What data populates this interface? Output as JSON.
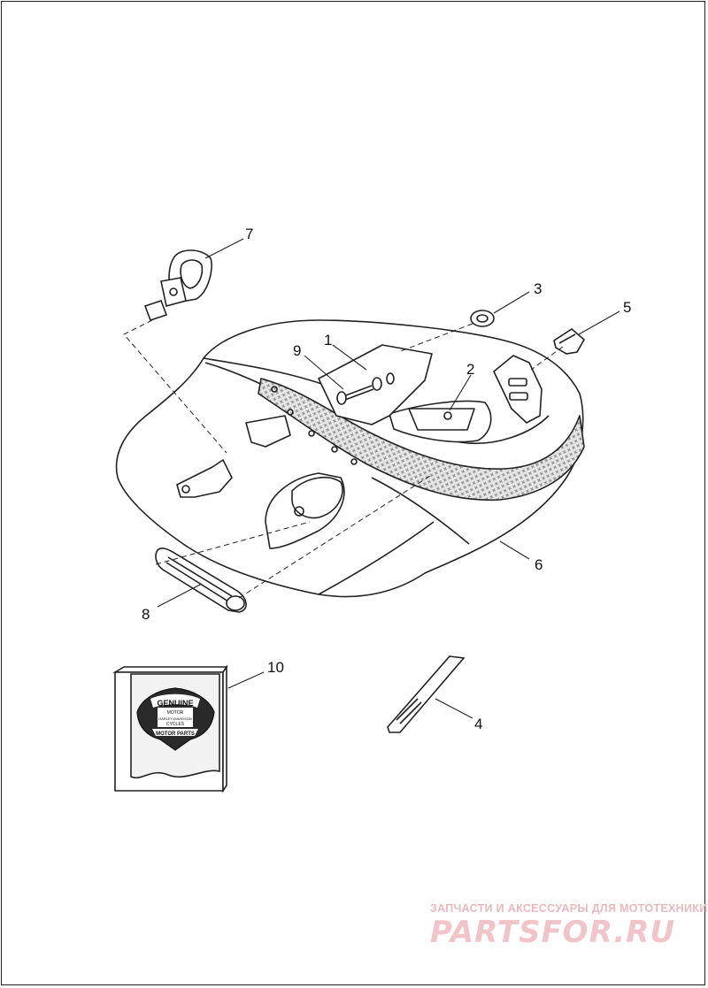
{
  "callouts": [
    {
      "id": "callout-1",
      "label": "1"
    },
    {
      "id": "callout-2",
      "label": "2"
    },
    {
      "id": "callout-3",
      "label": "3"
    },
    {
      "id": "callout-4",
      "label": "4"
    },
    {
      "id": "callout-5",
      "label": "5"
    },
    {
      "id": "callout-6",
      "label": "6"
    },
    {
      "id": "callout-7",
      "label": "7"
    },
    {
      "id": "callout-8",
      "label": "8"
    },
    {
      "id": "callout-9",
      "label": "9"
    },
    {
      "id": "callout-10",
      "label": "10"
    }
  ],
  "badge": {
    "line1": "GENUINE",
    "line2": "MOTOR",
    "line3": "HARLEY-DAVIDSON",
    "line4": "CYCLES",
    "line5": "MOTOR PARTS"
  },
  "watermark": {
    "tagline": "ЗАПЧАСТИ И АКСЕССУАРЫ ДЛЯ МОТОТЕХНИКИ",
    "logo": "PARTSFOR.RU"
  },
  "colors": {
    "line": "#222222",
    "watermark": "#f0c4c9"
  }
}
